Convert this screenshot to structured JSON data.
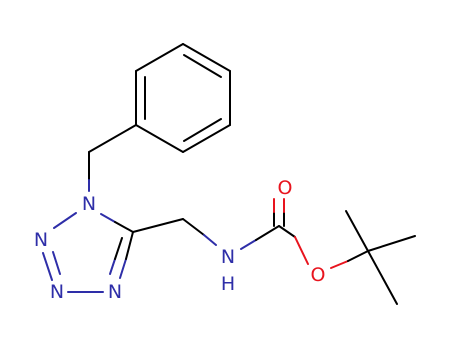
{
  "colors": {
    "carbon_bond": "#000000",
    "nitrogen": "#2e2ea8",
    "oxygen": "#e8141e",
    "background": "#ffffff"
  },
  "atoms": {
    "n1": "N",
    "n2": "N",
    "n3": "N",
    "n4": "N",
    "nh_n": "N",
    "nh_h": "H",
    "o_carbonyl": "O",
    "o_ester": "O"
  }
}
